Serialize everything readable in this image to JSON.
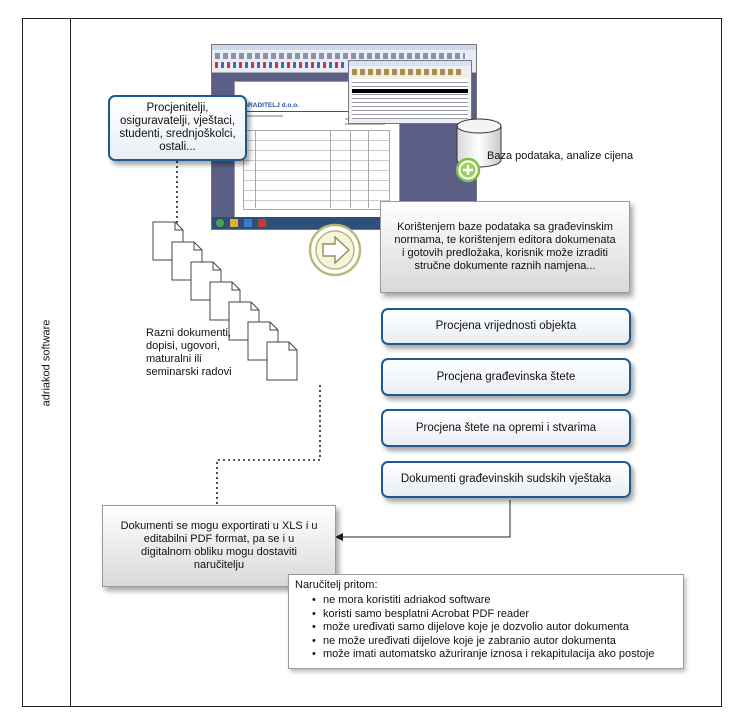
{
  "lane": {
    "label": "adriakod software"
  },
  "actors": {
    "text": "Procjenitelji, osiguravatelji, vještaci, studenti, srednjoškolci, ostali..."
  },
  "database": {
    "label": "Baza podataka, analize cijena"
  },
  "description": {
    "text": "Korištenjem baze podataka sa građevinskim normama, te korištenjem editora dokumenata i gotovih predložaka, korisnik može izraditi stručne dokumente raznih namjena..."
  },
  "tasks": [
    {
      "label": "Procjena vrijednosti objekta"
    },
    {
      "label": "Procjena građevinska štete"
    },
    {
      "label": "Procjena štete na opremi i stvarima"
    },
    {
      "label": "Dokumenti građevinskih sudskih vještaka"
    }
  ],
  "documents": {
    "label": "Razni dokumenti, dopisi, ugovori, maturalni ili seminarski radovi"
  },
  "export": {
    "text": "Dokumenti se mogu exportirati u XLS i u editabilni PDF format, pa se i u digitalnom obliku mogu dostaviti naručitelju"
  },
  "client": {
    "title": "Naručitelj pritom:",
    "items": [
      "ne mora koristiti adriakod software",
      "koristi samo besplatni Acrobat PDF reader",
      "može uređivati samo dijelove koje je dozvolio autor dokumenta",
      "ne može uređivati dijelove koje je zabranio autor dokumenta",
      "može imati automatsko ažuriranje iznosa i rekapitulacija ako postoje"
    ]
  },
  "screenshot": {
    "company": "GRADITELJ d.o.o."
  },
  "colors": {
    "accent": "#1e5a8c",
    "plus": "#7cc23c",
    "arrow_ring": "#b9b97a"
  }
}
